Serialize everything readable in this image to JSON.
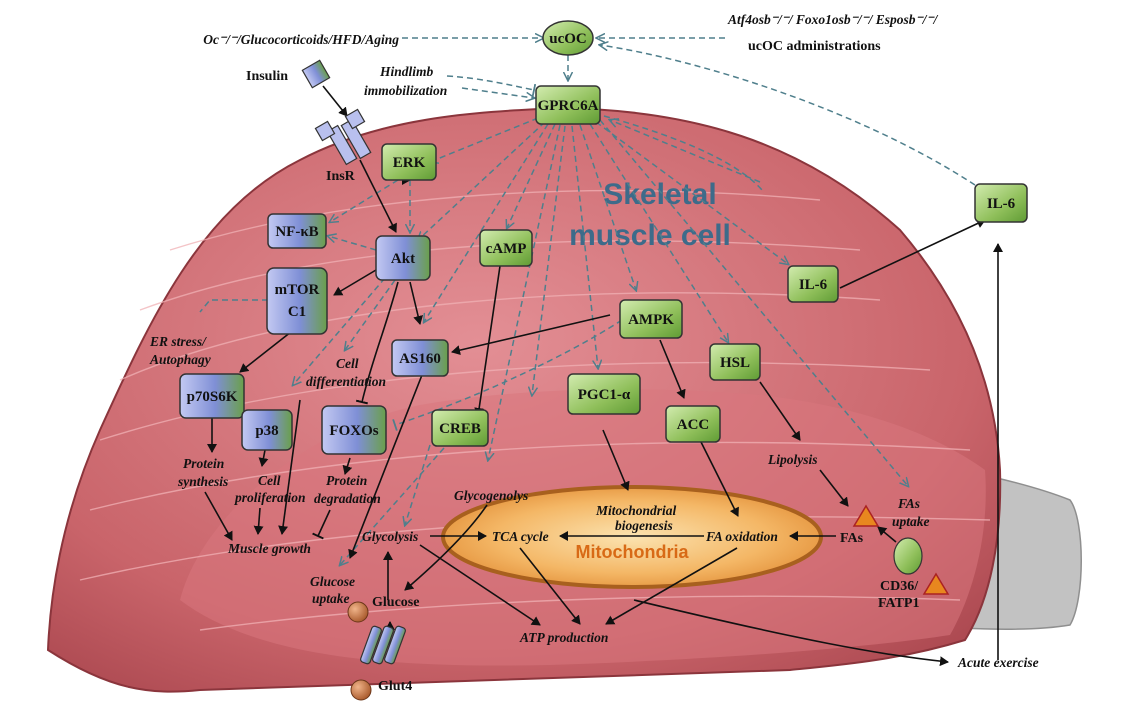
{
  "colors": {
    "muscle": "#c9646a",
    "muscle_light": "#e69aa0",
    "muscle_dark": "#9b3f47",
    "tendon": "#bdbdbd",
    "green_node": "#8fbf5a",
    "blue_node": "#7f8fd6",
    "mito_fill": "#f0a24a",
    "mito_stroke": "#a8601e",
    "dashed_arrow": "#4f7f8c",
    "title": "#3d6b8a",
    "mito_text": "#d86a16"
  },
  "title": {
    "line1": "Skeletal",
    "line2": "muscle cell"
  },
  "mitochondria_label": "Mitochondria",
  "nodes": {
    "ucoc": "ucOC",
    "gprc6a": "GPRC6A",
    "erk": "ERK",
    "nfkb": "NF-κB",
    "akt": "Akt",
    "mtor_line1": "mTOR",
    "mtor_line2": "C1",
    "camp": "cAMP",
    "ampk": "AMPK",
    "il6_muscle": "IL-6",
    "il6_outside": "IL-6",
    "as160": "AS160",
    "hsl": "HSL",
    "p70s6k": "p70S6K",
    "p38": "p38",
    "foxos": "FOXOs",
    "creb": "CREB",
    "pgc1a": "PGC1-α",
    "acc": "ACC"
  },
  "labels": {
    "left_conditions": "Oc⁻/⁻/Glucocorticoids/HFD/Aging",
    "right_conditions_line1": "Atf4osb⁻/⁻/ Foxo1osb⁻/⁻/ Esposb⁻/⁻/",
    "right_conditions_line2": "ucOC administrations",
    "insulin": "Insulin",
    "insr": "InsR",
    "hindlimb_line1": "Hindlimb",
    "hindlimb_line2": "immobilization",
    "er_stress_line1": "ER stress/",
    "er_stress_line2": "Autophagy",
    "cell_diff_line1": "Cell",
    "cell_diff_line2": "differentiation",
    "protein_synth_line1": "Protein",
    "protein_synth_line2": "synthesis",
    "cell_prolif_line1": "Cell",
    "cell_prolif_line2": "proliferation",
    "protein_degr_line1": "Protein",
    "protein_degr_line2": "degradation",
    "muscle_growth": "Muscle growth",
    "glycogenolysis": "Glycogenolys",
    "glycolysis": "Glycolysis",
    "tca_cycle": "TCA cycle",
    "mito_bio_line1": "Mitochondrial",
    "mito_bio_line2": "biogenesis",
    "fa_oxidation": "FA oxidation",
    "lipolysis": "Lipolysis",
    "fas_uptake_line1": "FAs",
    "fas_uptake_line2": "uptake",
    "fas": "FAs",
    "cd36_line1": "CD36/",
    "cd36_line2": "FATP1",
    "glucose_uptake_line1": "Glucose",
    "glucose_uptake_line2": "uptake",
    "glucose": "Glucose",
    "glut4": "Glut4",
    "atp_production": "ATP production",
    "acute_exercise": "Acute exercise"
  }
}
